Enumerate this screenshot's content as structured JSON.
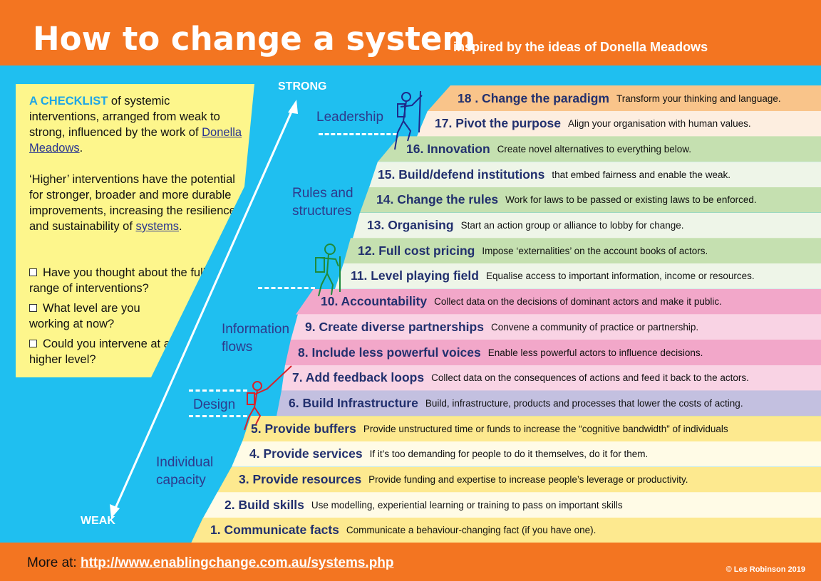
{
  "header": {
    "title": "How to change a system",
    "subtitle": "inspired by the ideas of Donella Meadows"
  },
  "panel": {
    "checklist_head": "A CHECKLIST",
    "intro_rest": " of systemic interventions, arranged from weak to strong, influenced by the work of ",
    "meadows_link": "Donella Meadows",
    "para2": "‘Higher’ interventions have the potential for stronger, broader and more durable improvements, increasing the resilience and sustainability of ",
    "systems_link": "systems",
    "questions": [
      "Have you thought about the full range of interventions?",
      "What level are you working at now?",
      "Could you intervene at a higher level?"
    ]
  },
  "scale": {
    "strong": "STRONG",
    "weak": "WEAK"
  },
  "categories": [
    "Leadership",
    "Rules and structures",
    "Information flows",
    "Design",
    "Individual capacity"
  ],
  "rows": [
    {
      "title": "18 . Change the paradigm",
      "desc": "Transform your thinking and language.",
      "color": "#f9c48a"
    },
    {
      "title": "17. Pivot the purpose",
      "desc": "Align your organisation with human values.",
      "color": "#fdeee0"
    },
    {
      "title": "16. Innovation",
      "desc": "Create novel alternatives to everything below.",
      "color": "#c5e0b0"
    },
    {
      "title": "15. Build/defend institutions",
      "desc": "that embed fairness and enable the weak.",
      "color": "#eef5e8"
    },
    {
      "title": "14. Change the rules",
      "desc": "Work for laws to be passed or existing laws to be enforced.",
      "color": "#c5e0b0"
    },
    {
      "title": "13. Organising",
      "desc": "Start an action group or alliance to lobby for change.",
      "color": "#eef5e8"
    },
    {
      "title": "12. Full cost pricing",
      "desc": "Impose ‘externalities’ on the account books of actors.",
      "color": "#c5e0b0"
    },
    {
      "title": "11. Level playing field",
      "desc": "Equalise access to important information, income or resources.",
      "color": "#eef5e8"
    },
    {
      "title": "10. Accountability",
      "desc": "Collect data on the decisions of dominant actors and make it public.",
      "color": "#f2a7c9"
    },
    {
      "title": "9.  Create diverse partnerships",
      "desc": "Convene a community of practice or partnership.",
      "color": "#f9d3e4"
    },
    {
      "title": "8.  Include less powerful voices",
      "desc": "Enable less powerful actors to influence decisions.",
      "color": "#f2a7c9"
    },
    {
      "title": "7. Add feedback loops",
      "desc": "Collect data on the consequences of actions and feed it back to the actors.",
      "color": "#f9d3e4"
    },
    {
      "title": "6. Build Infrastructure",
      "desc": "Build, infrastructure, products and processes that lower the costs of acting.",
      "color": "#c3c0e0"
    },
    {
      "title": "5. Provide buffers",
      "desc": "Provide unstructured time or funds to increase the “cognitive bandwidth” of individuals",
      "color": "#fde98f"
    },
    {
      "title": "4. Provide services",
      "desc": "If it’s too demanding for people to do it themselves, do it for them.",
      "color": "#fffbe6"
    },
    {
      "title": "3. Provide resources",
      "desc": "Provide funding and expertise to increase people’s leverage or productivity.",
      "color": "#fde98f"
    },
    {
      "title": "2. Build skills",
      "desc": "Use modelling, experiential learning or training to pass on important skills",
      "color": "#fffbe6"
    },
    {
      "title": "1. Communicate facts",
      "desc": "Communicate a behaviour-changing fact (if you have one).",
      "color": "#fde98f"
    }
  ],
  "footer": {
    "more_label": "More at: ",
    "link": "http://www.enablingchange.com.au/systems.php",
    "copyright": "© Les Robinson 2019"
  }
}
